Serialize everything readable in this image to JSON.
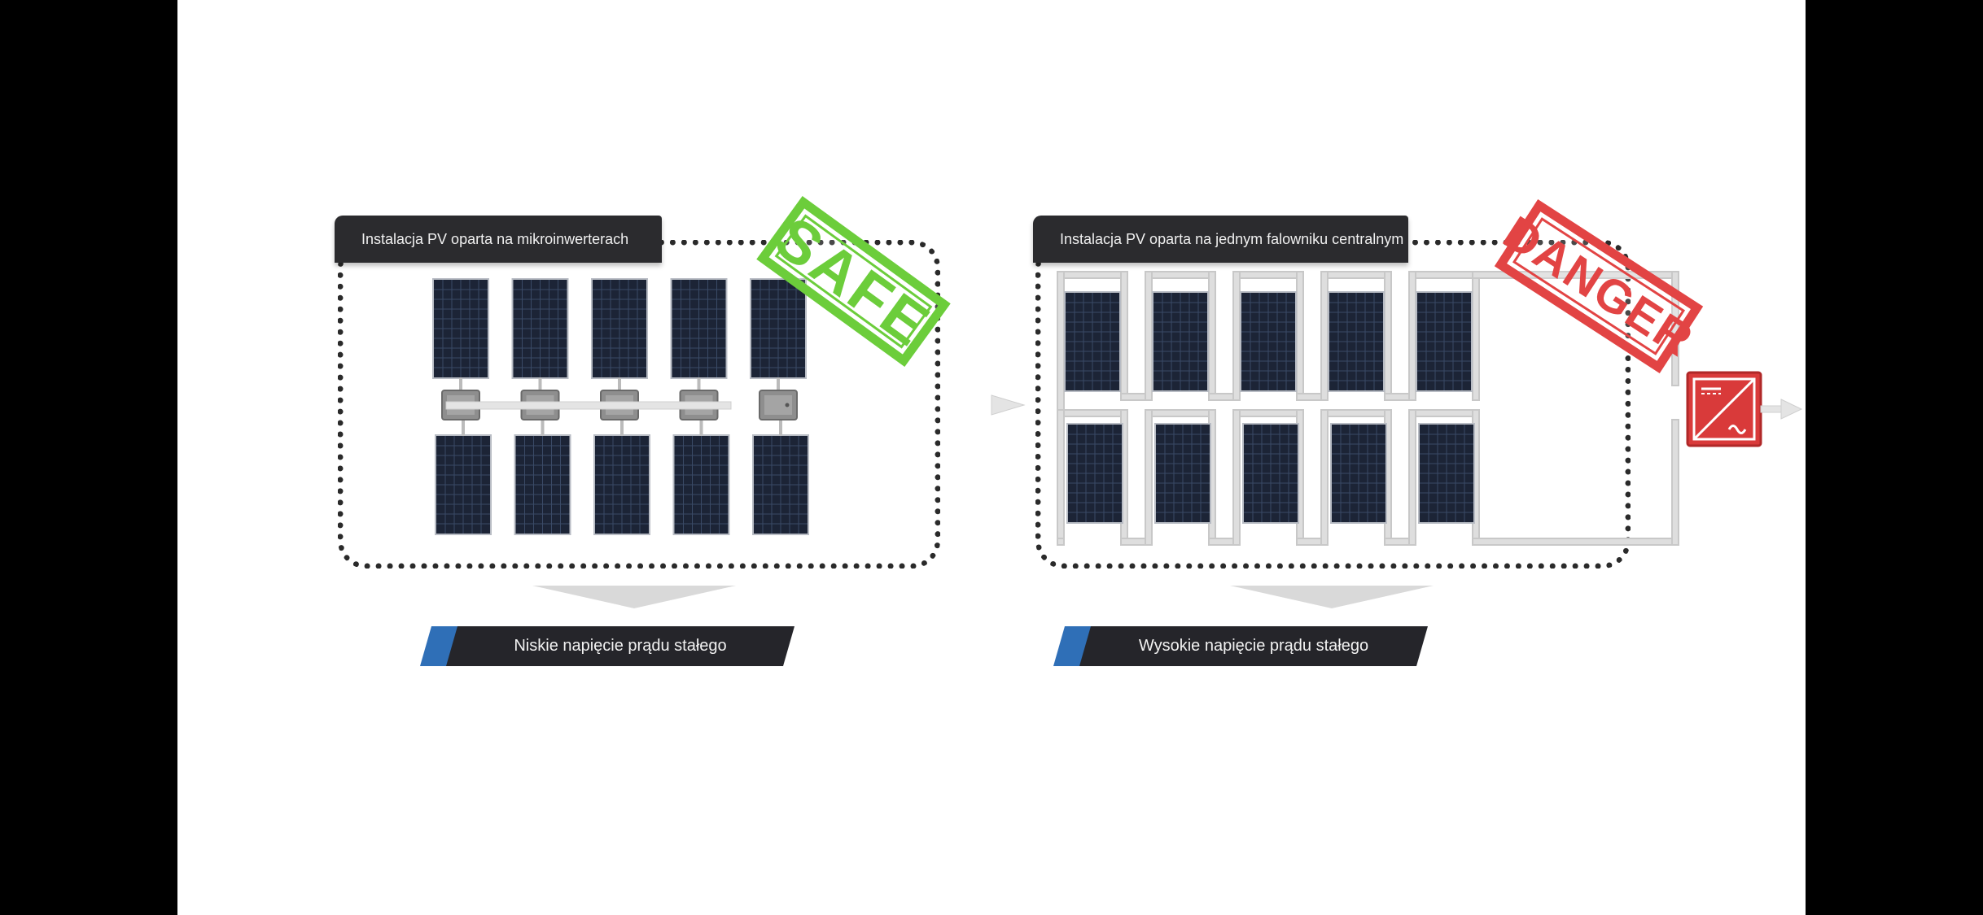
{
  "colors": {
    "safe": "#6ccd3b",
    "danger": "#e24444",
    "inverter_red": "#d93a3a",
    "banner_blue": "#2f6fb7",
    "panel_dark": "#1c2436",
    "wire": "#dedede"
  },
  "left": {
    "tab_label": "Instalacja PV oparta na mikroinwerterach",
    "stamp_text": "SAFE",
    "banner_text": "Niskie napięcie prądu stałego",
    "rows": 2,
    "panels_per_row": 5,
    "microinverters": 5
  },
  "right": {
    "tab_label": "Instalacja PV oparta na jednym falowniku centralnym",
    "stamp_text": "DANGER",
    "banner_text": "Wysokie napięcie prądu stałego",
    "rows": 2,
    "panels_per_row": 5,
    "inverter_icon": "central-inverter-icon"
  }
}
